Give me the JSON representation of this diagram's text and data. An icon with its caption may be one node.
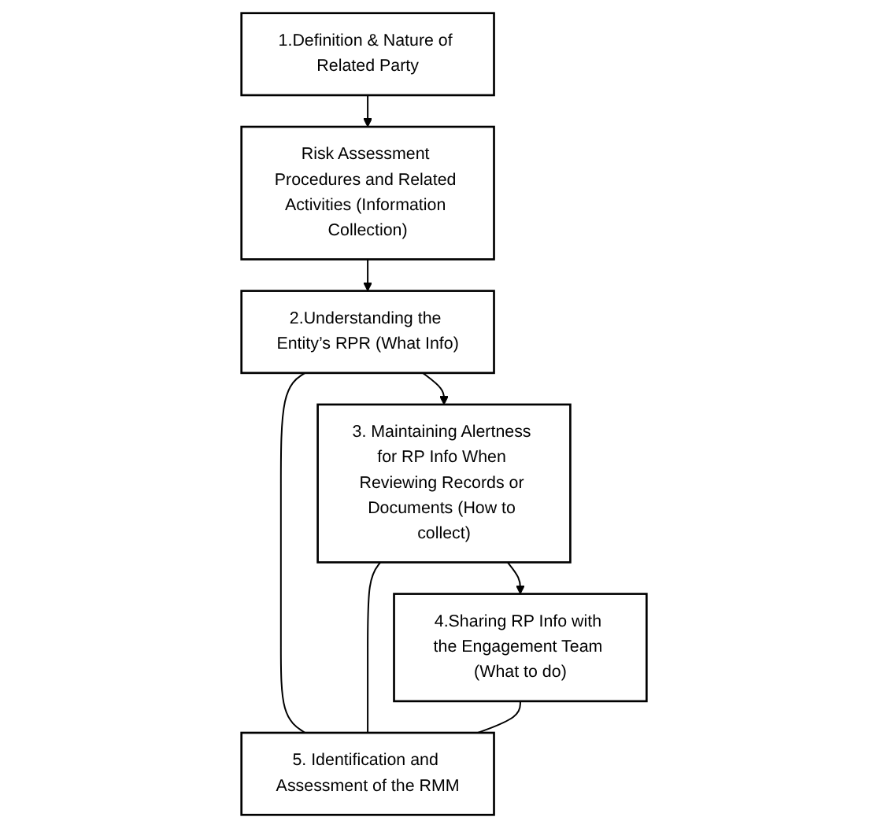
{
  "diagram": {
    "nodes": [
      {
        "text": [
          "1.Definition & Nature of Related Party"
        ]
      },
      {
        "text": [
          "Risk Assessment Procedures and Related Activities (Information Collection)"
        ]
      },
      {
        "text": [
          "2.Understanding the Entity’s RPR (What Info)"
        ]
      },
      {
        "text": [
          "3. Maintaining Alertness for RP Info When Reviewing Records or Documents (How to collect)"
        ]
      },
      {
        "text": [
          "4.Sharing RP Info with the Engagement Team (What to do)"
        ]
      },
      {
        "text": [
          "5. Identification and Assessment of the RMM"
        ]
      }
    ],
    "edges": [
      {
        "from": 0,
        "to": 1,
        "arrow": "to"
      },
      {
        "from": 1,
        "to": 2,
        "arrow": "to"
      },
      {
        "from": 2,
        "to": 3,
        "arrow": "to"
      },
      {
        "from": 3,
        "to": 4,
        "arrow": "to"
      },
      {
        "from": 2,
        "to": 5,
        "arrow": "none"
      },
      {
        "from": 3,
        "to": 5,
        "arrow": "none"
      },
      {
        "from": 4,
        "to": 5,
        "arrow": "none"
      }
    ]
  }
}
